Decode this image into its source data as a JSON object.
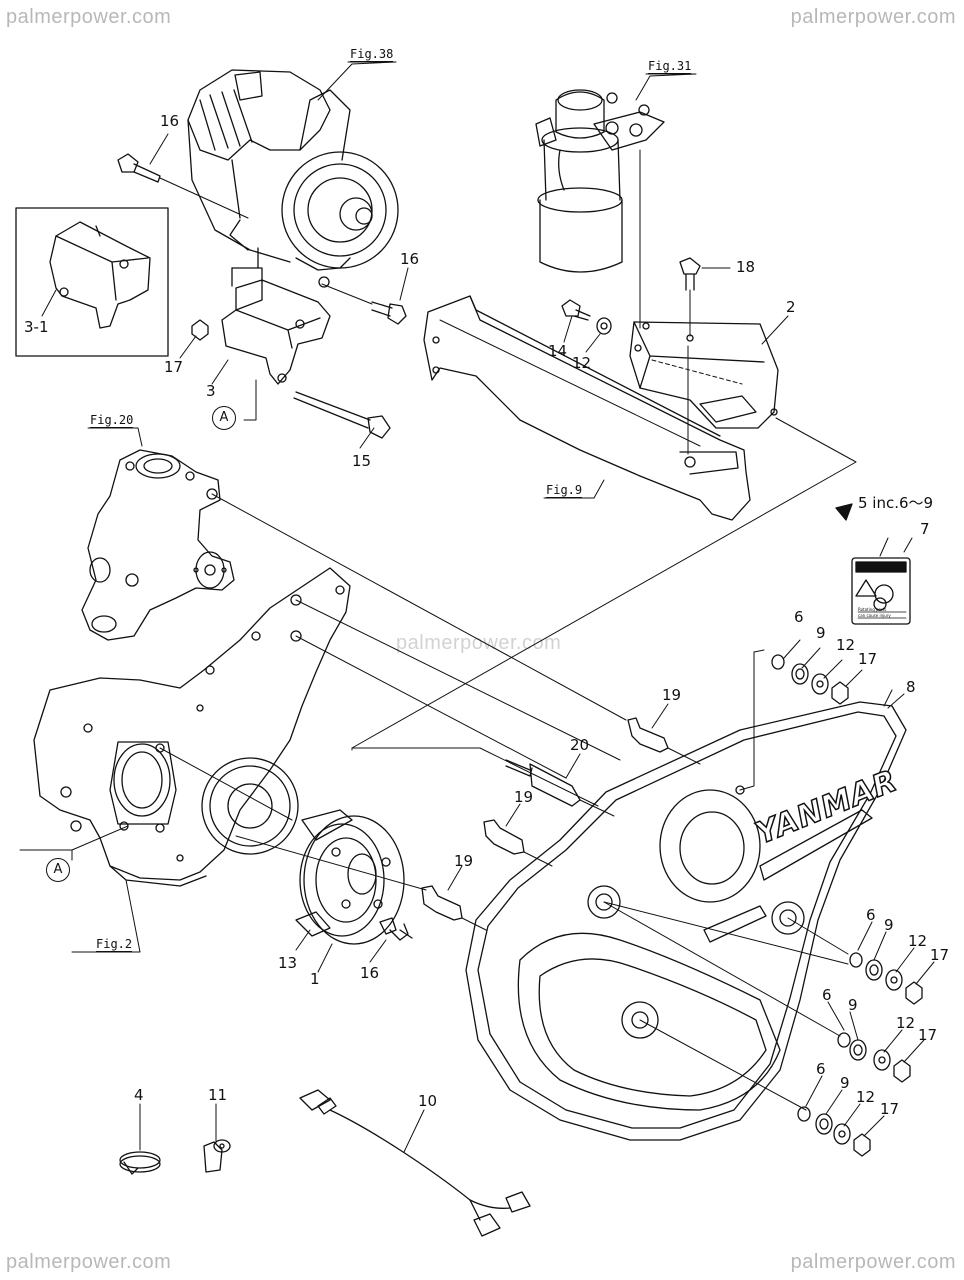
{
  "watermark": {
    "text": "palmerpower.com"
  },
  "figure_refs": {
    "fig38": "Fig.38",
    "fig31": "Fig.31",
    "fig20": "Fig.20",
    "fig9": "Fig.9",
    "fig2": "Fig.2"
  },
  "ref_marker": "A",
  "kit_note": "5 inc.6～9",
  "brand": "YANMAR",
  "warning_label": {
    "line1": "Rotating parts",
    "line2": "can cause injury"
  },
  "callouts": {
    "n16_top": "16",
    "n16_right": "16",
    "n16_bottom": "16",
    "n3_1": "3-1",
    "n17_left": "17",
    "n3": "3",
    "n15": "15",
    "n18": "18",
    "n2": "2",
    "n14": "14",
    "n12_top": "12",
    "n7": "7",
    "n6_a": "6",
    "n9_a": "9",
    "n12_a": "12",
    "n17_a": "17",
    "n8": "8",
    "n19_a": "19",
    "n20": "20",
    "n19_b": "19",
    "n19_c": "19",
    "n13": "13",
    "n1": "1",
    "n6_b": "6",
    "n9_b": "9",
    "n12_b": "12",
    "n17_b": "17",
    "n6_c": "6",
    "n9_c": "9",
    "n12_c": "12",
    "n17_c": "17",
    "n6_d": "6",
    "n9_d": "9",
    "n12_d": "12",
    "n17_d": "17",
    "n4": "4",
    "n11": "11",
    "n10": "10"
  }
}
